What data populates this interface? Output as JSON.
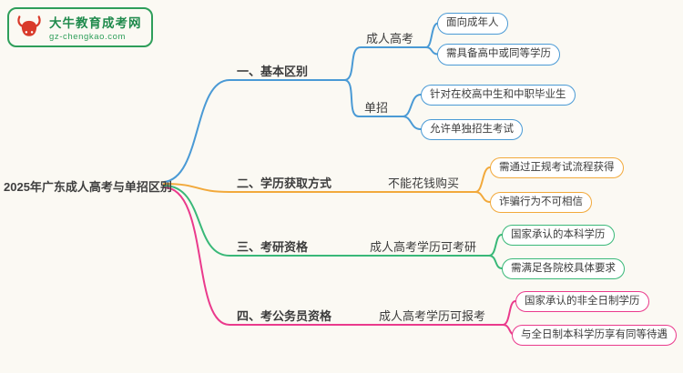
{
  "colors": {
    "background": "#fbf9f3",
    "brand_green": "#1f8a4c",
    "border_green": "#2e9e5a",
    "logo_red": "#d93a2b",
    "text": "#3c3c3c"
  },
  "logo": {
    "title": "大牛教育成考网",
    "subtitle": "gz-chengkao.com"
  },
  "root": {
    "label": "2025年广东成人高考与单招区别"
  },
  "branches": [
    {
      "label": "一、基本区别",
      "color": "#4a9ad5",
      "children": [
        {
          "label": "成人高考",
          "leaves": [
            "面向成年人",
            "需具备高中或同等学历"
          ]
        },
        {
          "label": "单招",
          "leaves": [
            "针对在校高中生和中职毕业生",
            "允许单独招生考试"
          ]
        }
      ]
    },
    {
      "label": "二、学历获取方式",
      "color": "#f2a93b",
      "children": [
        {
          "label": "不能花钱购买",
          "leaves": [
            "需通过正规考试流程获得",
            "诈骗行为不可相信"
          ]
        }
      ]
    },
    {
      "label": "三、考研资格",
      "color": "#39b878",
      "children": [
        {
          "label": "成人高考学历可考研",
          "leaves": [
            "国家承认的本科学历",
            "需满足各院校具体要求"
          ]
        }
      ]
    },
    {
      "label": "四、考公务员资格",
      "color": "#ea3a8c",
      "children": [
        {
          "label": "成人高考学历可报考",
          "leaves": [
            "国家承认的非全日制学历",
            "与全日制本科学历享有同等待遇"
          ]
        }
      ]
    }
  ]
}
